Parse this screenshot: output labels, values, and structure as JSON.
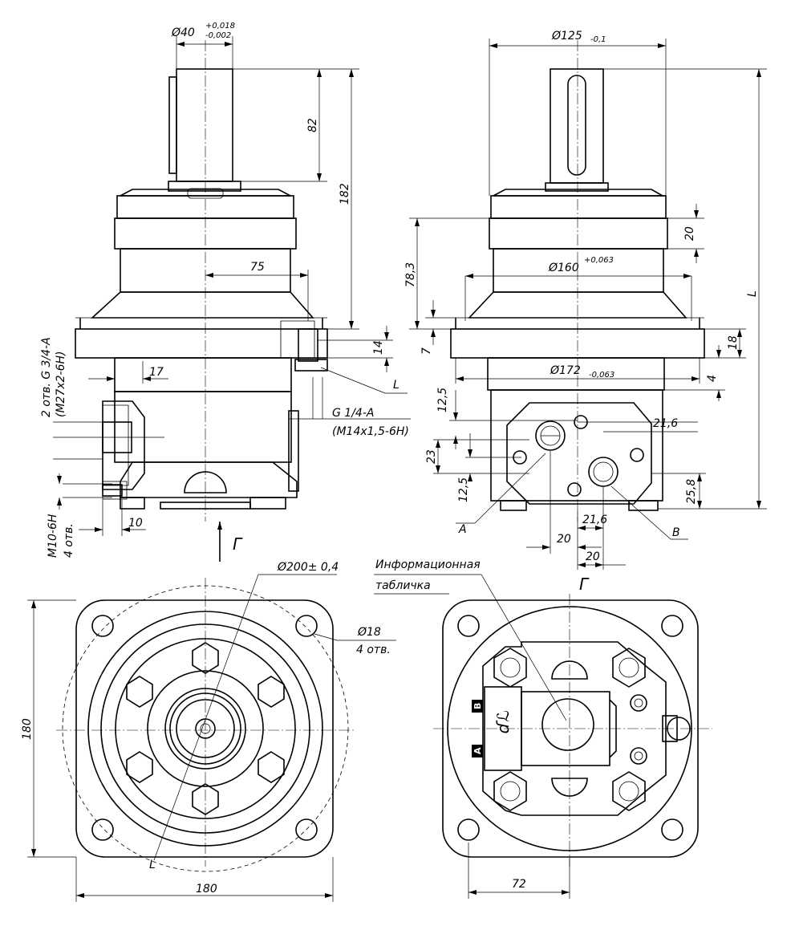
{
  "dimensions": {
    "shaft_dia": "Ø40",
    "shaft_tol_upper": "+0,018",
    "shaft_tol_lower": "-0,002",
    "shaft_len": "82",
    "total_height_left": "182",
    "offset_75": "75",
    "pilot_dia": "Ø125",
    "pilot_tol": "-0,1",
    "dim_20_top": "20",
    "dim_78_3": "78,3",
    "flange_dia": "Ø160",
    "flange_dia_tol": "+0,063",
    "dim_7": "7",
    "dim_18": "18",
    "dim_4": "4",
    "body_dia": "Ø172",
    "body_dia_tol": "-0,063",
    "length_L": "L",
    "dim_17": "17",
    "dim_12_5_top": "12,5",
    "dim_21_6_right": "21,6",
    "dim_23": "23",
    "dim_12_5_bot": "12,5",
    "dim_25_8": "25,8",
    "dim_21_6_bot": "21,6",
    "dim_20_a": "20",
    "dim_20_b": "20",
    "dim_10": "10",
    "bolt_circle": "Ø200± 0,4",
    "hole_dia": "Ø18",
    "holes_count": "4 отв.",
    "square_v": "180",
    "square_h": "180",
    "dim_72": "72"
  },
  "labels": {
    "ports_line1": "2 отв. G 3/4-A",
    "ports_line2": "(M27x2-6H)",
    "drain_line1": "G 1/4-A",
    "drain_line2": "(M14x1,5-6H)",
    "drain_letter": "L",
    "mount_line1": "M10-6H",
    "mount_line2": "4 отв.",
    "port_a": "A",
    "port_b": "B",
    "view_arrow": "Г",
    "view_title": "Г",
    "plate_line1": "Информационная",
    "plate_line2": "табличка",
    "l_letter": "L",
    "tag_a": "A",
    "tag_b": "B"
  }
}
